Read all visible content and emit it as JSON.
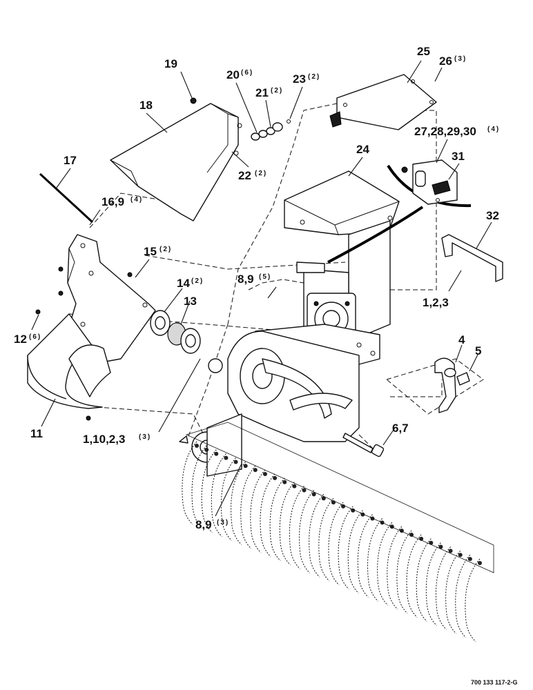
{
  "callouts": [
    {
      "id": "c19",
      "num": "19",
      "qty": ""
    },
    {
      "id": "c20",
      "num": "20",
      "qty": "(6)"
    },
    {
      "id": "c21",
      "num": "21",
      "qty": "(2)"
    },
    {
      "id": "c23",
      "num": "23",
      "qty": "(2)"
    },
    {
      "id": "c25",
      "num": "25",
      "qty": ""
    },
    {
      "id": "c26",
      "num": "26",
      "qty": "(3)"
    },
    {
      "id": "c18",
      "num": "18",
      "qty": ""
    },
    {
      "id": "c27",
      "num": "27,28,29,30",
      "qty": "(4)"
    },
    {
      "id": "c24",
      "num": "24",
      "qty": ""
    },
    {
      "id": "c17",
      "num": "17",
      "qty": ""
    },
    {
      "id": "c22",
      "num": "22",
      "qty": "(2)"
    },
    {
      "id": "c31",
      "num": "31",
      "qty": ""
    },
    {
      "id": "c16",
      "num": "16,9",
      "qty": "(4)"
    },
    {
      "id": "c32",
      "num": "32",
      "qty": ""
    },
    {
      "id": "c15",
      "num": "15",
      "qty": "(2)"
    },
    {
      "id": "c89a",
      "num": "8,9",
      "qty": "(5)"
    },
    {
      "id": "c14",
      "num": "14",
      "qty": "(2)"
    },
    {
      "id": "c13",
      "num": "13",
      "qty": ""
    },
    {
      "id": "c123",
      "num": "1,2,3",
      "qty": ""
    },
    {
      "id": "c12",
      "num": "12",
      "qty": "(6)"
    },
    {
      "id": "c4",
      "num": "4",
      "qty": ""
    },
    {
      "id": "c5",
      "num": "5",
      "qty": ""
    },
    {
      "id": "c11",
      "num": "11",
      "qty": ""
    },
    {
      "id": "c11023",
      "num": "1,10,2,3",
      "qty": "(3)"
    },
    {
      "id": "c67",
      "num": "6,7",
      "qty": ""
    },
    {
      "id": "c89b",
      "num": "8,9",
      "qty": "(3)"
    }
  ],
  "doc_id": "700 133 117-2-G"
}
